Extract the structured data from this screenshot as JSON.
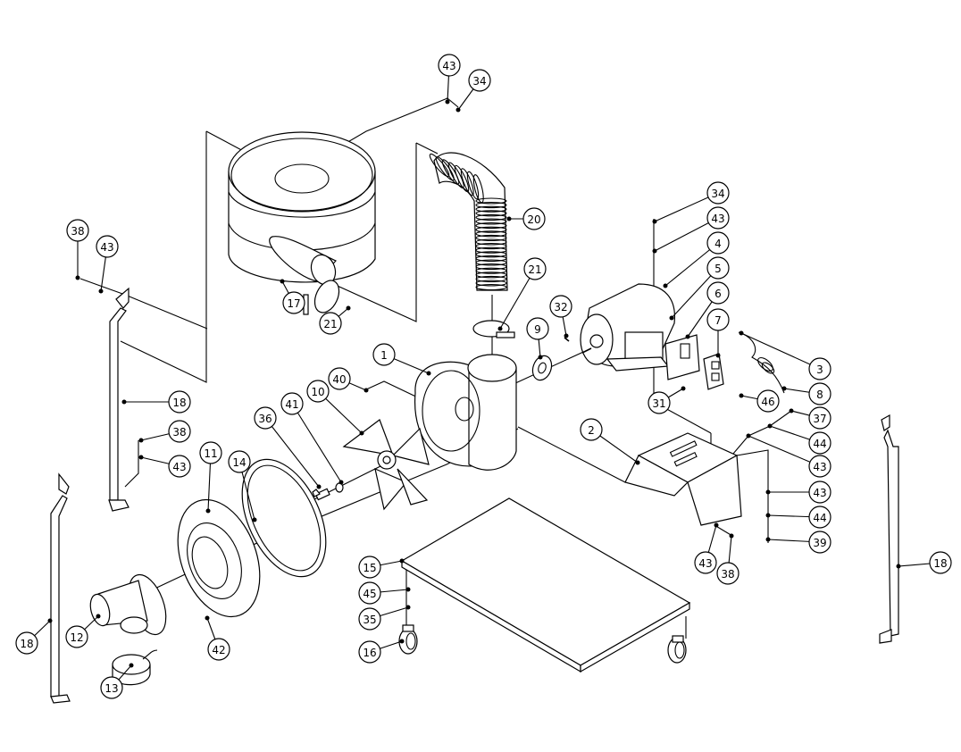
{
  "diagram": {
    "type": "exploded-parts-view",
    "subject": "dust collector assembly",
    "parts": [
      {
        "id": "body-impeller-housing",
        "label": "1"
      },
      {
        "id": "motor-mount-bracket",
        "label": "2"
      },
      {
        "id": "cord-strain-relief",
        "label": "3"
      },
      {
        "id": "motor",
        "label": "4"
      },
      {
        "id": "junction-box",
        "label": "5"
      },
      {
        "id": "junction-box-cover",
        "label": "6"
      },
      {
        "id": "switch",
        "label": "7"
      },
      {
        "id": "power-cord",
        "label": "8"
      },
      {
        "id": "motor-flange-gasket",
        "label": "9"
      },
      {
        "id": "impeller",
        "label": "10"
      },
      {
        "id": "inlet-plate",
        "label": "11"
      },
      {
        "id": "inlet-adapter",
        "label": "12"
      },
      {
        "id": "inlet-cap",
        "label": "13"
      },
      {
        "id": "inlet-gasket",
        "label": "14"
      },
      {
        "id": "base-platform",
        "label": "15"
      },
      {
        "id": "caster",
        "label": "16"
      },
      {
        "id": "filter-drum",
        "label": "17"
      },
      {
        "id": "support-leg",
        "label": "18"
      },
      {
        "id": "flex-hose",
        "label": "20"
      },
      {
        "id": "hose-clamp",
        "label": "21"
      },
      {
        "id": "screw-31",
        "label": "31"
      },
      {
        "id": "key",
        "label": "32"
      },
      {
        "id": "screw-34",
        "label": "34"
      },
      {
        "id": "nut-35",
        "label": "35"
      },
      {
        "id": "bolt-36",
        "label": "36"
      },
      {
        "id": "bolt-37",
        "label": "37"
      },
      {
        "id": "bolt-38",
        "label": "38"
      },
      {
        "id": "bolt-39",
        "label": "39"
      },
      {
        "id": "screw-40",
        "label": "40"
      },
      {
        "id": "washer-41",
        "label": "41"
      },
      {
        "id": "screw-42",
        "label": "42"
      },
      {
        "id": "washer-43",
        "label": "43"
      },
      {
        "id": "lock-washer-44",
        "label": "44"
      },
      {
        "id": "washer-45",
        "label": "45"
      },
      {
        "id": "screw-46",
        "label": "46"
      }
    ],
    "callouts": [
      "43",
      "34",
      "20",
      "38",
      "43",
      "17",
      "21",
      "21",
      "32",
      "9",
      "34",
      "43",
      "4",
      "5",
      "6",
      "7",
      "3",
      "8",
      "1",
      "40",
      "10",
      "18",
      "38",
      "43",
      "11",
      "14",
      "36",
      "41",
      "31",
      "46",
      "37",
      "44",
      "43",
      "43",
      "44",
      "39",
      "2",
      "43",
      "38",
      "15",
      "45",
      "35",
      "16",
      "12",
      "13",
      "42",
      "18",
      "18"
    ]
  }
}
